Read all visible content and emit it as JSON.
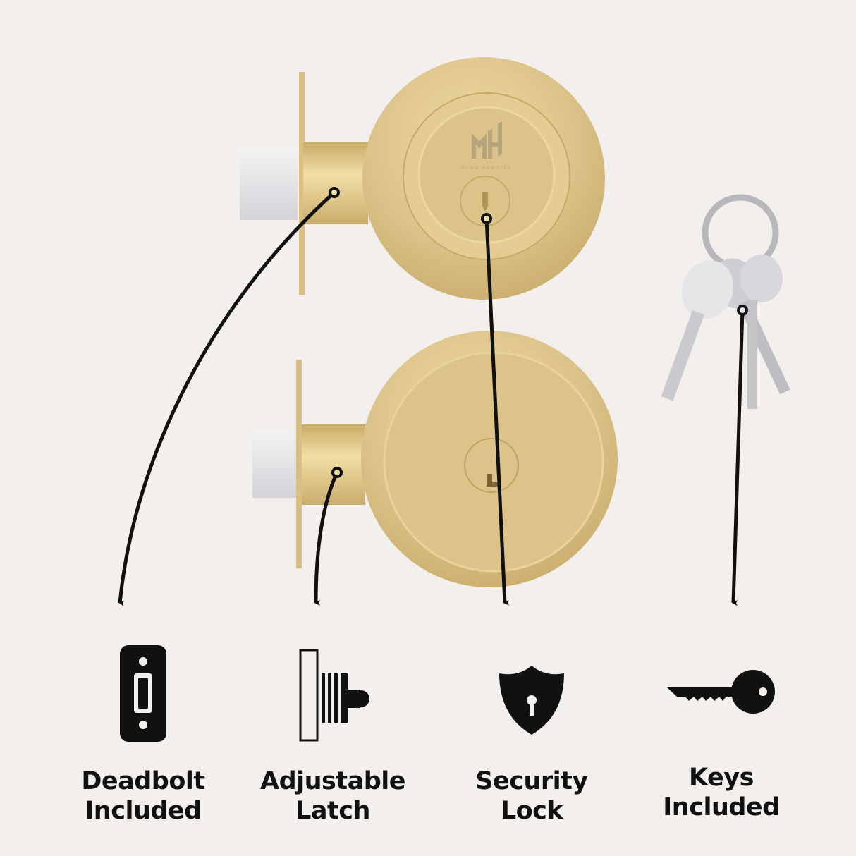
{
  "brand": {
    "logo_text": "MH",
    "name": "MEGA HANDLES"
  },
  "colors": {
    "background": "#f2efec",
    "gold": "#dcc38a",
    "silver": "#e4e4e6",
    "ink": "#111111"
  },
  "features": [
    {
      "icon": "strike-plate-icon",
      "line1": "Deadbolt",
      "line2": "Included"
    },
    {
      "icon": "latch-icon",
      "line1": "Adjustable",
      "line2": "Latch"
    },
    {
      "icon": "shield-keyhole-icon",
      "line1": "Security",
      "line2": "Lock"
    },
    {
      "icon": "key-icon",
      "line1": "Keys",
      "line2": "Included"
    }
  ]
}
